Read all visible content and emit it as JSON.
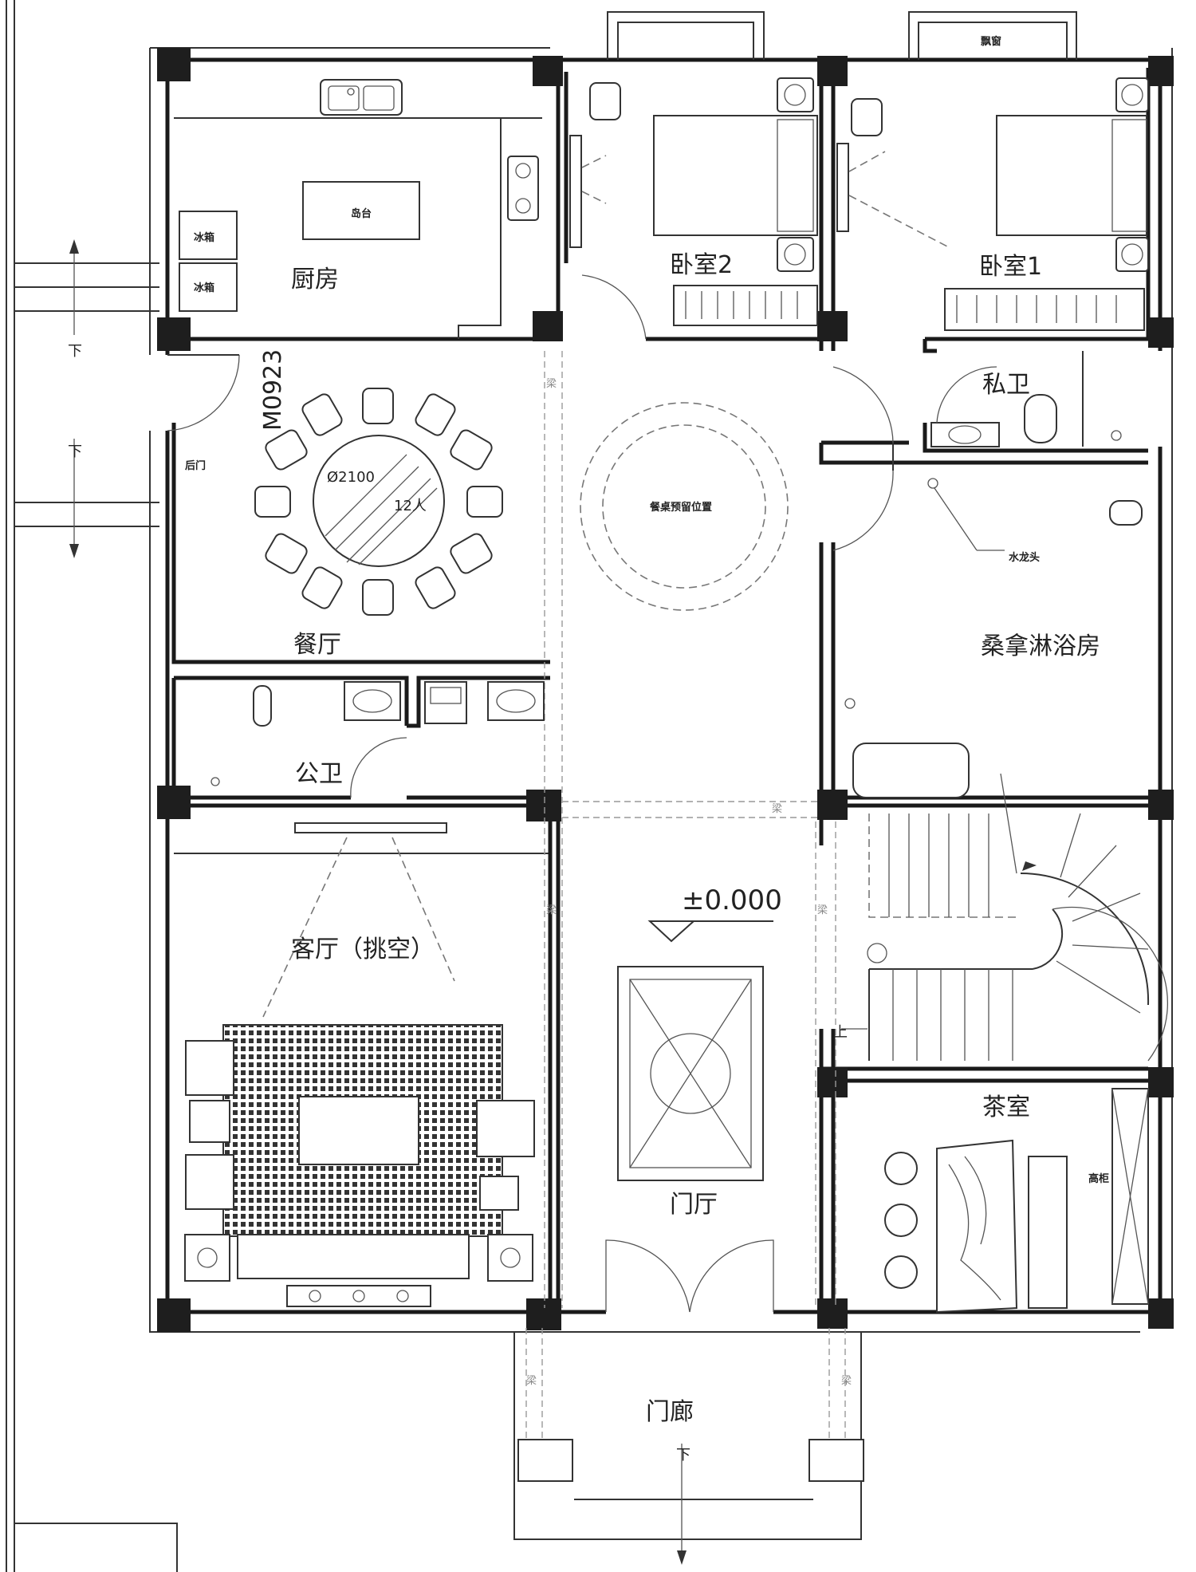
{
  "rooms": {
    "kitchen": "厨房",
    "island": "岛台",
    "fridge": "冰箱",
    "dining": "餐厅",
    "dining_table_dia": "Ø2100",
    "dining_table_seats": "12人",
    "back_door": "后门",
    "door_code": "M0923",
    "bedroom2": "卧室2",
    "bedroom1": "卧室1",
    "bay_window": "飘窗",
    "private_bath": "私卫",
    "table_reserve": "餐桌预留位置",
    "faucet": "水龙头",
    "sauna": "桑拿淋浴房",
    "public_bath": "公卫",
    "living": "客厅（挑空）",
    "tea_room": "茶室",
    "tall_cabinet": "高柜",
    "foyer": "门厅",
    "porch": "门廊",
    "elevation": "±0.000"
  },
  "marks": {
    "down": "下",
    "up": "上",
    "beam": "梁"
  }
}
